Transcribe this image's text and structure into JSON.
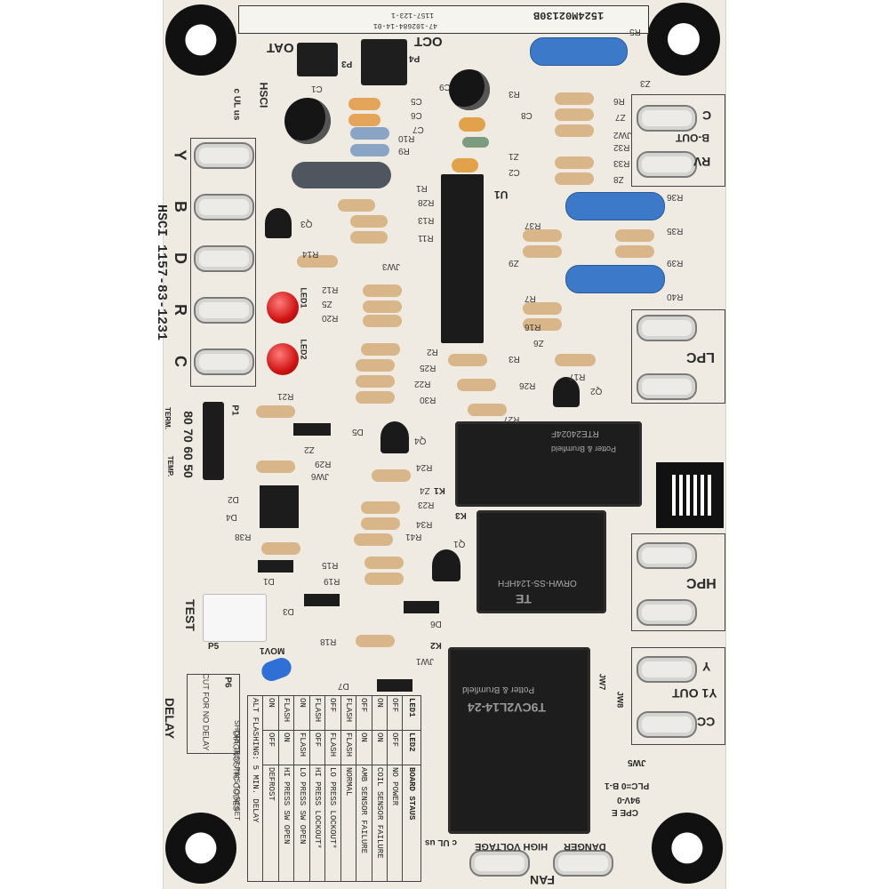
{
  "board": {
    "serial_top": "1524M02130B",
    "part_top_a": "47-102684-14-01",
    "part_top_b": "1157-123-1",
    "part_side": "HSCI 1157-83-1231",
    "hsci": "HSCI",
    "ul_mark": "c UL us"
  },
  "headers": {
    "oat": "OAT",
    "oct": "OCT",
    "p3": "P3",
    "p4": "P4"
  },
  "left_terminals": [
    "Y",
    "B",
    "D",
    "R",
    "C"
  ],
  "right_terminals": {
    "c": "C",
    "b_out": "B-OUT",
    "rv": "RV",
    "lpc": "LPC",
    "hpc": "HPC",
    "y": "Y",
    "y1_out": "Y1 OUT",
    "cc": "CC",
    "fan": "FAN"
  },
  "leds": {
    "led1": "LED1",
    "led2": "LED2"
  },
  "temp_jumper": {
    "term": "TERM.",
    "temp": "TEMP.",
    "values": [
      "80",
      "70",
      "60",
      "50"
    ],
    "p1": "P1"
  },
  "test": {
    "label": "TEST",
    "p5": "P5"
  },
  "delay": {
    "label": "DELAY",
    "p6": "P6",
    "note": "CUT FOR NO DELAY"
  },
  "chips": {
    "u1": "U1",
    "k1": "K1",
    "k2": "K2",
    "k3": "K3",
    "mov1": "MOV1"
  },
  "relays": {
    "k1_brand": "RTE24024F",
    "k1_maker": "Potter & Brumfield",
    "k3_model": "ORWH-SS-124HFH",
    "k3_brand": "TE",
    "k2_brand": "Potter & Brumfield",
    "k2_model": "T9CV2L14-24"
  },
  "warning": {
    "danger": "DANGER",
    "high_voltage": "HIGH VOLTAGE"
  },
  "jumpers": {
    "jw5": "JW5",
    "jw7": "JW7",
    "jw8": "JW8",
    "plc": "PLC=0 B-1",
    "code_a": "94V-0",
    "cpe": "CPE E"
  },
  "diagnostic": {
    "title": "DIAGNOSTIC CODES",
    "subtitle": "SHORT TEST PINS TO RESET",
    "headers": [
      "LED1",
      "LED2",
      "BOARD STAUS"
    ],
    "rows": [
      [
        "OFF",
        "OFF",
        "NO POWER"
      ],
      [
        "ON",
        "ON",
        "COIL SENSOR FAILURE"
      ],
      [
        "OFF",
        "ON",
        "AMB SENSOR FAILURE"
      ],
      [
        "FLASH",
        "FLASH",
        "NORMAL"
      ],
      [
        "OFF",
        "FLASH",
        "LO PRESS LOCKOUT*"
      ],
      [
        "FLASH",
        "OFF",
        "HI PRESS LOCKOUT*"
      ],
      [
        "ON",
        "FLASH",
        "LO PRESS SW OPEN"
      ],
      [
        "FLASH",
        "ON",
        "HI PRESS SW OPEN"
      ],
      [
        "ON",
        "OFF",
        "DEFROST"
      ]
    ],
    "footnote": "ALT FLASHING: 5 MIN. DELAY"
  },
  "ref_labels": [
    "R5",
    "Z3",
    "R6",
    "Z7",
    "JW2",
    "R32",
    "R33",
    "Z8",
    "R36",
    "R35",
    "R37",
    "Z9",
    "R39",
    "R40",
    "R7",
    "R16",
    "Z6",
    "R17",
    "Q2",
    "R26",
    "R27",
    "R3",
    "R2",
    "R25",
    "R22",
    "R30",
    "R21",
    "D5",
    "Q4",
    "Z2",
    "R29",
    "JW6",
    "R24",
    "Z4",
    "R23",
    "R34",
    "R41",
    "Q1",
    "R38",
    "D2",
    "D4",
    "D1",
    "R15",
    "R19",
    "D3",
    "D6",
    "R18",
    "JW1",
    "D7",
    "R12",
    "Z5",
    "R20",
    "R14",
    "JW3",
    "Q3",
    "R28",
    "R13",
    "R11",
    "R1",
    "R9",
    "R10",
    "R3",
    "C5",
    "C6",
    "C7",
    "C8",
    "C9",
    "C1",
    "Z1",
    "C2"
  ],
  "colors": {
    "board": "#efebe2",
    "relay": "#1d1d1d",
    "led": "#d01414",
    "blue_resistor": "#3c79c8"
  }
}
